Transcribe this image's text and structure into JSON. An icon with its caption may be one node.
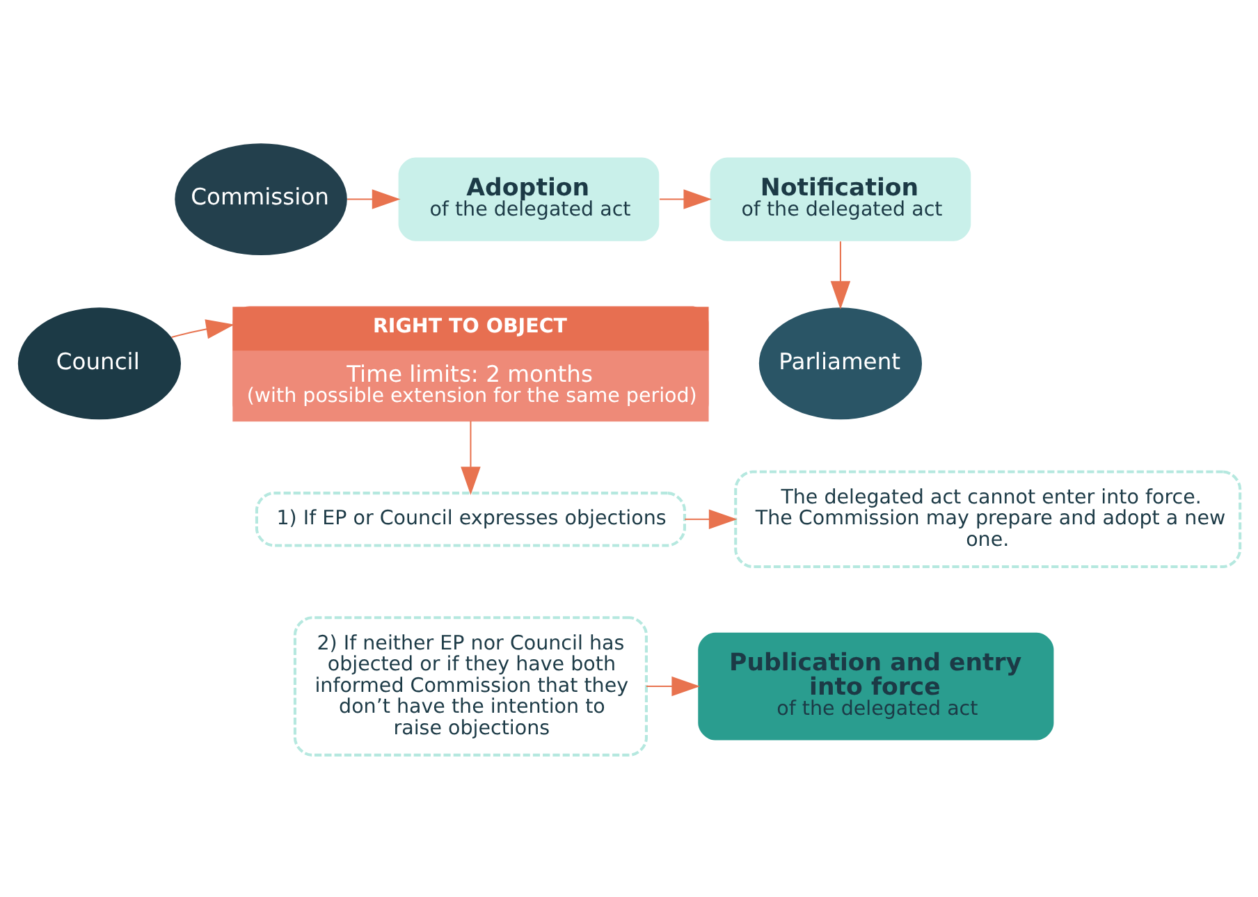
{
  "diagram": {
    "nodes": [
      {
        "text": [
          "Commission"
        ]
      },
      {
        "text": [
          "Adoption",
          "of the delegated act"
        ]
      },
      {
        "text": [
          "Notification",
          "of the delegated act"
        ]
      },
      {
        "text": [
          "Parliament"
        ]
      },
      {
        "text": [
          "Council"
        ]
      },
      {
        "text": [
          "RIGHT TO OBJECT",
          "Time limits: 2 months",
          "(with possible extension for the same period)"
        ]
      },
      {
        "text": [
          "1) If EP or Council expresses objections"
        ]
      },
      {
        "text": [
          "The delegated act cannot enter into force. The Commission may prepare and adopt a new one."
        ]
      },
      {
        "text": [
          "2) If neither EP nor Council has objected or if they have both informed Commission that they don’t have the intention to raise objections"
        ]
      },
      {
        "text": [
          "Publication and entry into force",
          "of the delegated act"
        ]
      }
    ],
    "edges": [
      {
        "from": 0,
        "to": 1,
        "arrow": "to"
      },
      {
        "from": 1,
        "to": 2,
        "arrow": "to"
      },
      {
        "from": 2,
        "to": 3,
        "arrow": "to"
      },
      {
        "from": 4,
        "to": 5,
        "arrow": "to"
      },
      {
        "from": 5,
        "to": 6,
        "arrow": "to"
      },
      {
        "from": 6,
        "to": 7,
        "arrow": "to"
      },
      {
        "from": 8,
        "to": 9,
        "arrow": "to"
      }
    ]
  }
}
